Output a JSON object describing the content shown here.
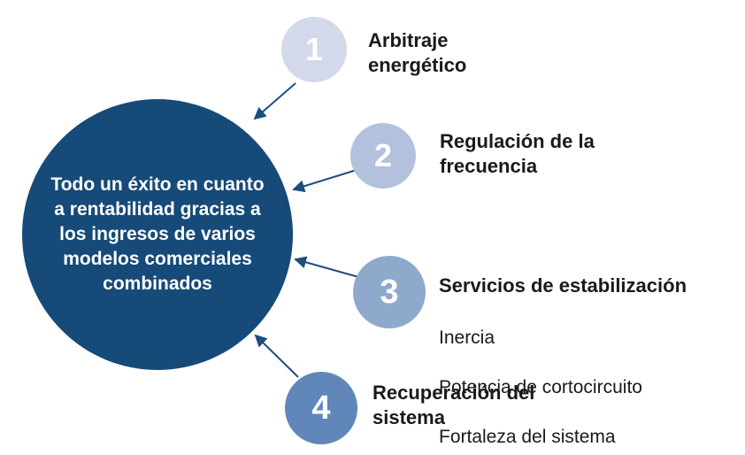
{
  "diagram": {
    "background_color": "#FFFFFF",
    "center_circle": {
      "text": "Todo un éxito en cuanto\na rentabilidad gracias a\nlos ingresos de varios\nmodelos comerciales\ncombinados",
      "bg_color": "#164A78",
      "text_color": "#FFFFFF"
    },
    "items": [
      {
        "number": "1",
        "title": "Arbitraje\nenergético",
        "circle_color": "#D3D9EA",
        "subitems": []
      },
      {
        "number": "2",
        "title": "Regulación de la\nfrecuencia",
        "circle_color": "#B3C1DC",
        "subitems": []
      },
      {
        "number": "3",
        "title": "Servicios de estabilización",
        "circle_color": "#8FA9CC",
        "subitems": [
          "Inercia",
          "Potencia de cortocircuito",
          "Fortaleza del sistema"
        ]
      },
      {
        "number": "4",
        "title": "Recuperación del\nsistema",
        "circle_color": "#6187BA",
        "subitems": []
      }
    ],
    "arrow_color": "#1C4E7E",
    "label_color": "#1A1A1A",
    "number_color": "#FFFFFF"
  }
}
